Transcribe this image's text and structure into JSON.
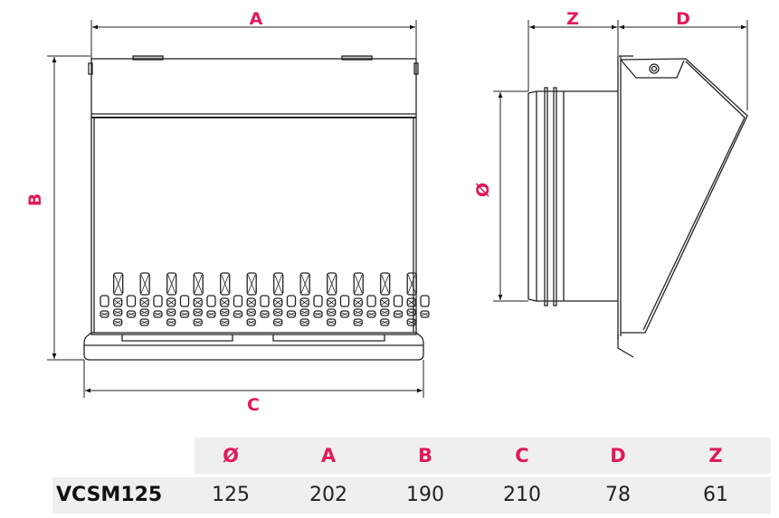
{
  "dimension_labels": {
    "A": "A",
    "B": "B",
    "C": "C",
    "D": "D",
    "Z": "Z",
    "diameter": "Ø"
  },
  "table": {
    "headers": [
      "Ø",
      "A",
      "B",
      "C",
      "D",
      "Z"
    ],
    "rows": [
      {
        "model": "VCSM125",
        "values": [
          "125",
          "202",
          "190",
          "210",
          "78",
          "61"
        ]
      }
    ]
  },
  "colors": {
    "accent": "#e0195a",
    "line": "#222222",
    "table_bg": "#f0eff0"
  }
}
